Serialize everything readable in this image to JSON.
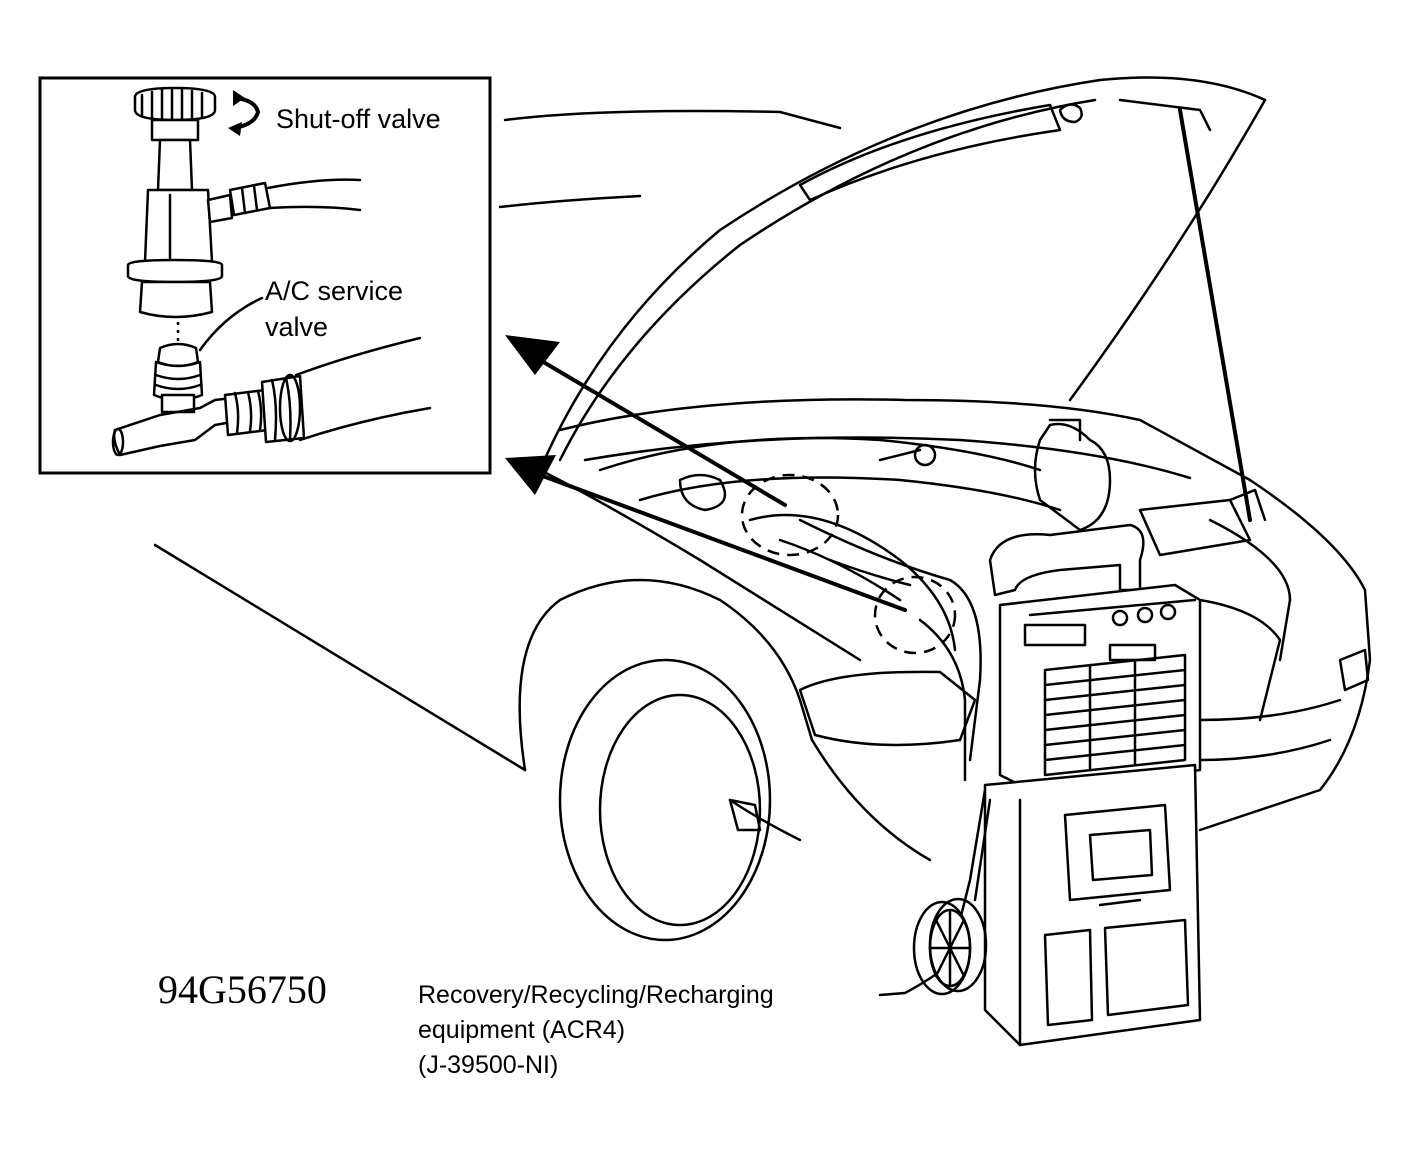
{
  "labels": {
    "shutoff_valve": "Shut-off valve",
    "ac_service_valve_line1": "A/C service",
    "ac_service_valve_line2": "valve",
    "figure_code": "94G56750",
    "equipment_line1": "Recovery/Recycling/Recharging",
    "equipment_line2": "equipment (ACR4)",
    "equipment_line3": "(J-39500-NI)"
  }
}
